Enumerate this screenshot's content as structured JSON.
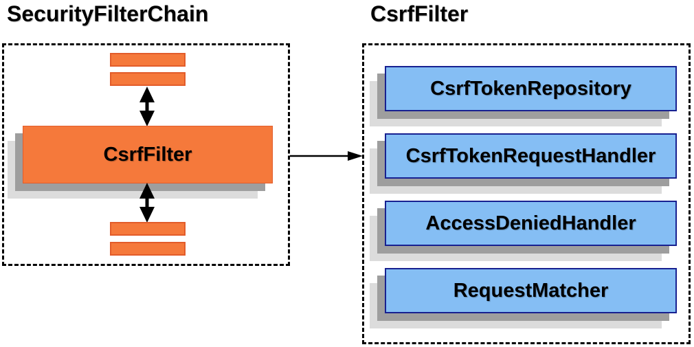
{
  "left_panel": {
    "title": "SecurityFilterChain",
    "csrf_filter_label": "CsrfFilter"
  },
  "right_panel": {
    "title": "CsrfFilter",
    "components": [
      "CsrfTokenRepository",
      "CsrfTokenRequestHandler",
      "AccessDeniedHandler",
      "RequestMatcher"
    ]
  },
  "icons": {
    "vertical_double_arrow": "double-arrow-icon",
    "flow_arrow": "right-arrow-icon"
  },
  "colors": {
    "orange_fill": "#f5793b",
    "orange_border": "#e25c2a",
    "blue_fill": "#85bef4",
    "blue_border": "#172090",
    "shadow_dark": "#9e9e9e",
    "shadow_light": "#dcdcdc",
    "arrow_color": "#000000"
  }
}
